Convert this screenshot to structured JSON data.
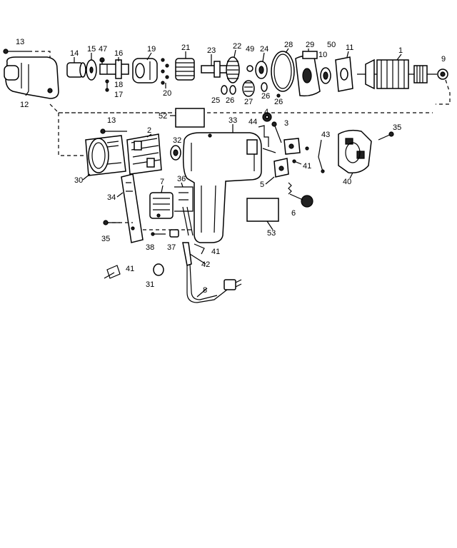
{
  "labels": {
    "l13a": "13",
    "l12": "12",
    "l14": "14",
    "l15": "15",
    "l47": "47",
    "l16": "16",
    "l18": "18",
    "l17": "17",
    "l19": "19",
    "l20": "20",
    "l21": "21",
    "l23": "23",
    "l22": "22",
    "l49": "49",
    "l24": "24",
    "l25": "25",
    "l26a": "26",
    "l27": "27",
    "l26b": "26",
    "l28": "28",
    "l26c": "26",
    "l29": "29",
    "l50": "50",
    "l10": "10",
    "l11": "11",
    "l1": "1",
    "l9": "9",
    "l13b": "13",
    "l2": "2",
    "l52": "52",
    "l32": "32",
    "l33": "33",
    "l44": "44",
    "l4": "4",
    "l3": "3",
    "l43": "43",
    "l35a": "35",
    "l30": "30",
    "l41a": "41",
    "l40": "40",
    "l5": "5",
    "l34": "34",
    "l7": "7",
    "l36": "36",
    "l6": "6",
    "l53": "53",
    "l35b": "35",
    "l38": "38",
    "l37": "37",
    "l41b": "41",
    "l42": "42",
    "l41c": "41",
    "l31": "31",
    "l8": "8"
  },
  "icons": [
    "screw",
    "housing",
    "bushing",
    "washer",
    "spindle",
    "gear-case",
    "bearing",
    "spring",
    "shaft",
    "gear",
    "seal",
    "field-case",
    "armature",
    "motor-housing",
    "handle",
    "brush",
    "switch",
    "trigger",
    "cord",
    "cord-clamp",
    "nameplate"
  ]
}
